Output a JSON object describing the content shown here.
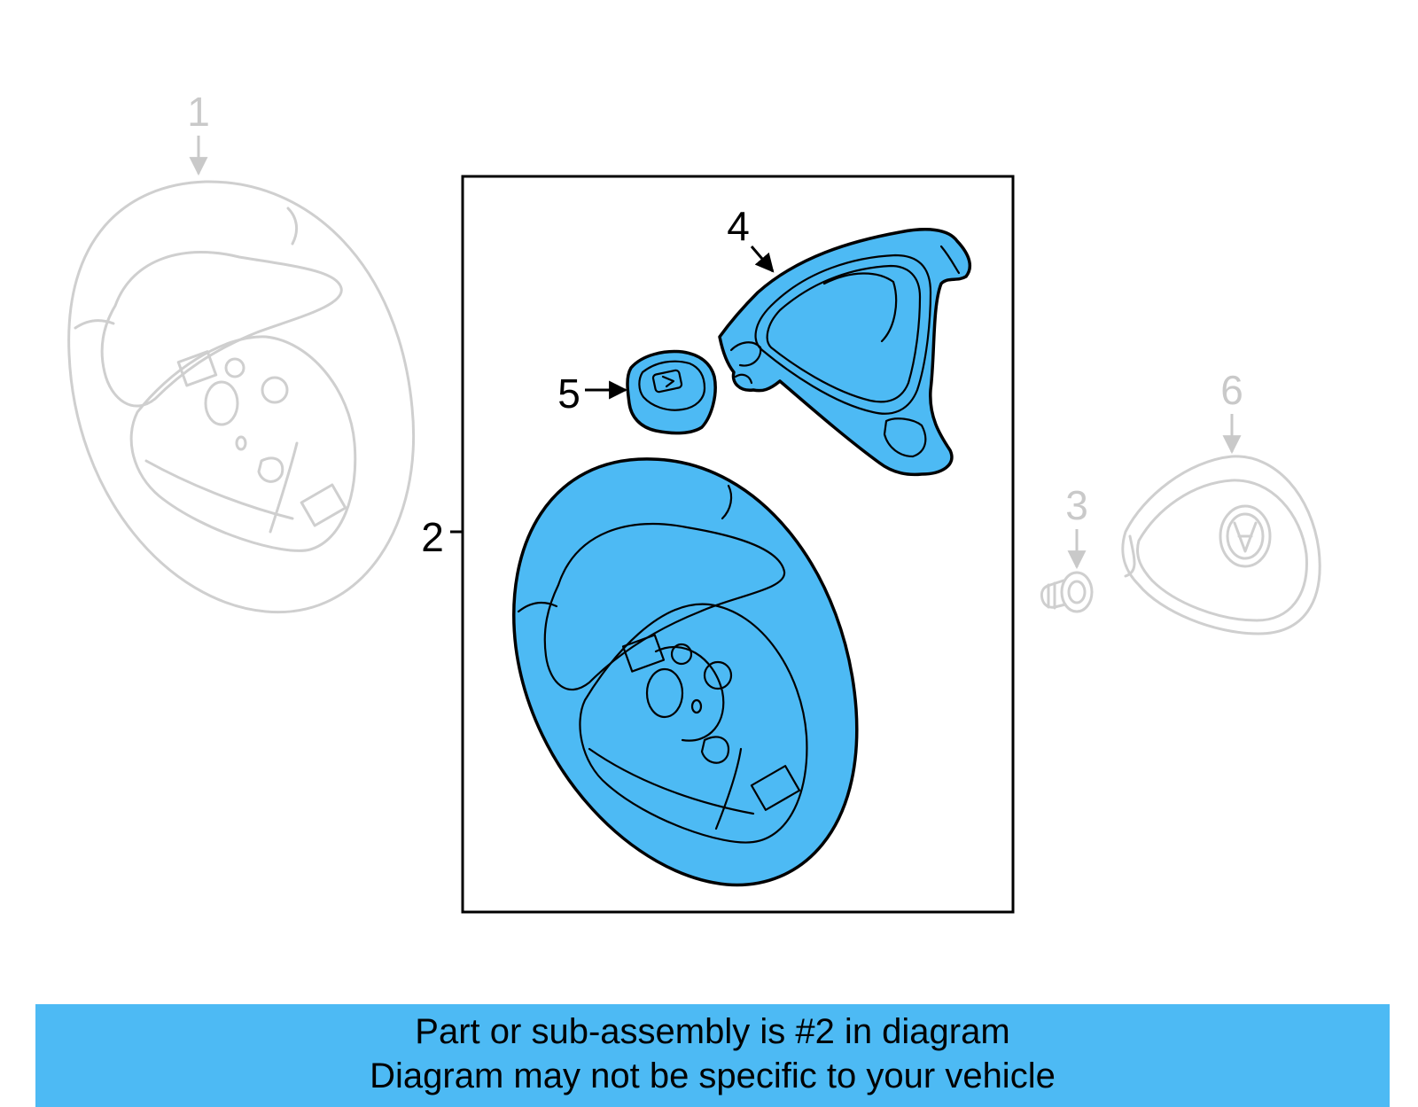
{
  "diagram": {
    "highlight_color": "#4dbaf4",
    "ghost_color": "#cfcfcf",
    "callouts": {
      "c1": "1",
      "c2": "2",
      "c3": "3",
      "c4": "4",
      "c5": "5",
      "c6": "6"
    },
    "parts": [
      {
        "ref": "1",
        "icon": "steering-wheel-icon",
        "highlighted": false
      },
      {
        "ref": "2",
        "icon": "steering-wheel-icon",
        "highlighted": true
      },
      {
        "ref": "3",
        "icon": "bolt-icon",
        "highlighted": false
      },
      {
        "ref": "4",
        "icon": "wheel-trim-cover-icon",
        "highlighted": true
      },
      {
        "ref": "5",
        "icon": "switch-button-icon",
        "highlighted": true
      },
      {
        "ref": "6",
        "icon": "airbag-module-icon",
        "highlighted": false
      }
    ]
  },
  "banner": {
    "line1": "Part or sub-assembly is #2 in diagram",
    "line2": "Diagram may not be specific to your vehicle",
    "background": "#4dbaf4"
  }
}
